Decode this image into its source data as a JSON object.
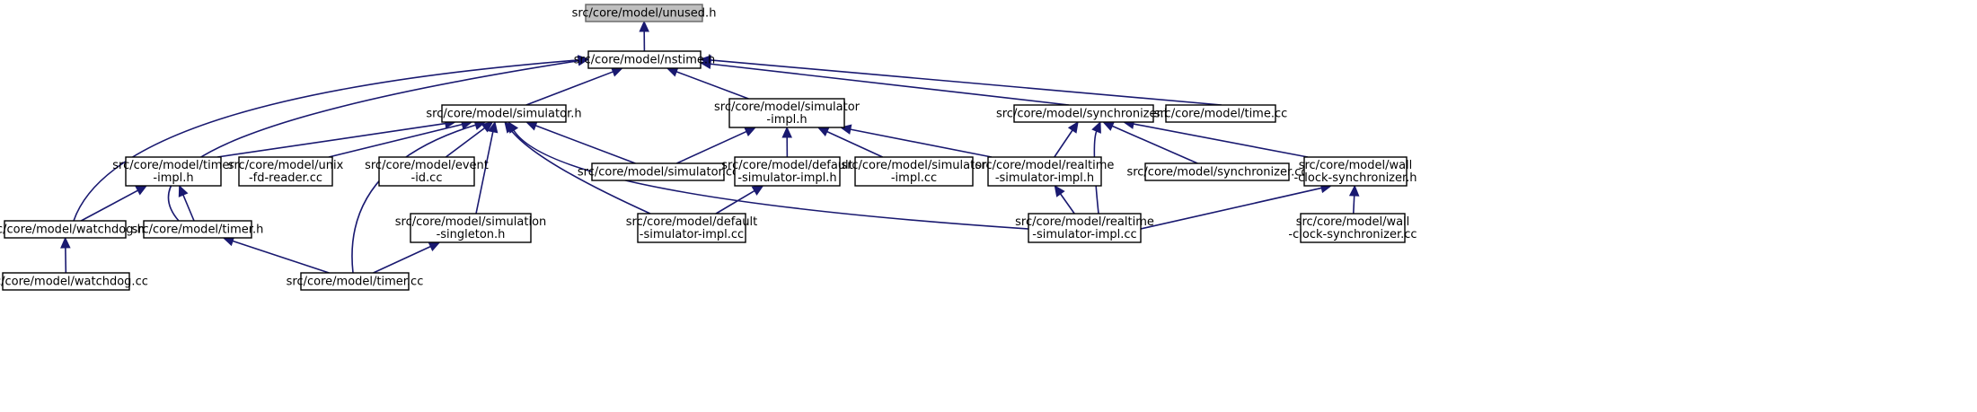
{
  "nodes": [
    {
      "id": "unused",
      "lines": [
        "src/core/model/unused.h"
      ],
      "highlighted": true
    },
    {
      "id": "nstime",
      "lines": [
        "src/core/model/nstime.h"
      ]
    },
    {
      "id": "simulator_h",
      "lines": [
        "src/core/model/simulator.h"
      ]
    },
    {
      "id": "simulator_impl_h",
      "lines": [
        "src/core/model/simulator",
        "-impl.h"
      ]
    },
    {
      "id": "synchronizer_h",
      "lines": [
        "src/core/model/synchronizer.h"
      ]
    },
    {
      "id": "time_cc",
      "lines": [
        "src/core/model/time.cc"
      ]
    },
    {
      "id": "timer_impl_h",
      "lines": [
        "src/core/model/timer",
        "-impl.h"
      ]
    },
    {
      "id": "unix_fd",
      "lines": [
        "src/core/model/unix",
        "-fd-reader.cc"
      ]
    },
    {
      "id": "event_id",
      "lines": [
        "src/core/model/event",
        "-id.cc"
      ]
    },
    {
      "id": "simulator_cc",
      "lines": [
        "src/core/model/simulator.cc"
      ]
    },
    {
      "id": "default_sim_h",
      "lines": [
        "src/core/model/default",
        "-simulator-impl.h"
      ]
    },
    {
      "id": "simulator_impl_cc",
      "lines": [
        "src/core/model/simulator",
        "-impl.cc"
      ]
    },
    {
      "id": "realtime_h",
      "lines": [
        "src/core/model/realtime",
        "-simulator-impl.h"
      ]
    },
    {
      "id": "synchronizer_cc",
      "lines": [
        "src/core/model/synchronizer.cc"
      ]
    },
    {
      "id": "wall_h",
      "lines": [
        "src/core/model/wall",
        "-clock-synchronizer.h"
      ]
    },
    {
      "id": "watchdog_h",
      "lines": [
        "src/core/model/watchdog.h"
      ]
    },
    {
      "id": "timer_h",
      "lines": [
        "src/core/model/timer.h"
      ]
    },
    {
      "id": "sim_singleton",
      "lines": [
        "src/core/model/simulation",
        "-singleton.h"
      ]
    },
    {
      "id": "default_sim_cc",
      "lines": [
        "src/core/model/default",
        "-simulator-impl.cc"
      ]
    },
    {
      "id": "realtime_cc",
      "lines": [
        "src/core/model/realtime",
        "-simulator-impl.cc"
      ]
    },
    {
      "id": "wall_cc",
      "lines": [
        "src/core/model/wall",
        "-clock-synchronizer.cc"
      ]
    },
    {
      "id": "watchdog_cc",
      "lines": [
        "src/core/model/watchdog.cc"
      ]
    },
    {
      "id": "timer_cc",
      "lines": [
        "src/core/model/timer.cc"
      ]
    }
  ],
  "edges": [
    {
      "from": "nstime",
      "to": "unused"
    },
    {
      "from": "simulator_h",
      "to": "nstime"
    },
    {
      "from": "simulator_impl_h",
      "to": "nstime"
    },
    {
      "from": "synchronizer_h",
      "to": "nstime"
    },
    {
      "from": "time_cc",
      "to": "nstime"
    },
    {
      "from": "watchdog_h",
      "to": "nstime"
    },
    {
      "from": "timer_h",
      "to": "nstime"
    },
    {
      "from": "timer_impl_h",
      "to": "simulator_h"
    },
    {
      "from": "unix_fd",
      "to": "simulator_h"
    },
    {
      "from": "event_id",
      "to": "simulator_h"
    },
    {
      "from": "simulator_cc",
      "to": "simulator_h"
    },
    {
      "from": "sim_singleton",
      "to": "simulator_h"
    },
    {
      "from": "default_sim_cc",
      "to": "simulator_h"
    },
    {
      "from": "realtime_cc",
      "to": "simulator_h"
    },
    {
      "from": "timer_cc",
      "to": "simulator_h"
    },
    {
      "from": "simulator_cc",
      "to": "simulator_impl_h"
    },
    {
      "from": "default_sim_h",
      "to": "simulator_impl_h"
    },
    {
      "from": "simulator_impl_cc",
      "to": "simulator_impl_h"
    },
    {
      "from": "realtime_h",
      "to": "simulator_impl_h"
    },
    {
      "from": "realtime_h",
      "to": "synchronizer_h"
    },
    {
      "from": "synchronizer_cc",
      "to": "synchronizer_h"
    },
    {
      "from": "wall_h",
      "to": "synchronizer_h"
    },
    {
      "from": "realtime_cc",
      "to": "synchronizer_h"
    },
    {
      "from": "watchdog_h",
      "to": "timer_impl_h"
    },
    {
      "from": "timer_h",
      "to": "timer_impl_h"
    },
    {
      "from": "default_sim_cc",
      "to": "default_sim_h"
    },
    {
      "from": "realtime_cc",
      "to": "realtime_h"
    },
    {
      "from": "realtime_cc",
      "to": "wall_h"
    },
    {
      "from": "wall_cc",
      "to": "wall_h"
    },
    {
      "from": "watchdog_cc",
      "to": "watchdog_h"
    },
    {
      "from": "timer_cc",
      "to": "timer_h"
    },
    {
      "from": "timer_cc",
      "to": "sim_singleton"
    }
  ],
  "colors": {
    "edge": "#191970",
    "highlight_fill": "#bfbfbf",
    "highlight_stroke": "#666666"
  }
}
